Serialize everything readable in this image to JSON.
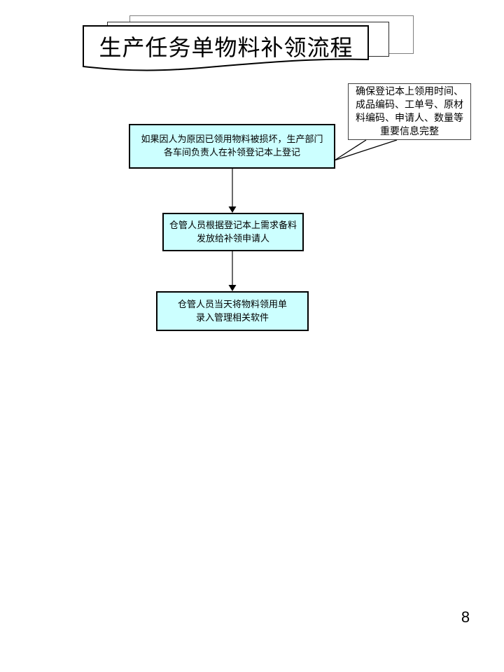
{
  "slide": {
    "page_number": "8",
    "background": "#ffffff"
  },
  "title": {
    "text": "生产任务单物料补领流程"
  },
  "callout": {
    "lines": [
      "确保登记本上领用时间、",
      "成品编码、工单号、原材",
      "料编码、申请人、数量等",
      "重要信息完整"
    ]
  },
  "flow": {
    "steps": [
      {
        "id": "step-1",
        "lines": [
          "如果因人为原因已领用物料被损坏，生产部门",
          "各车间负责人在补领登记本上登记"
        ]
      },
      {
        "id": "step-2",
        "lines": [
          "仓管人员根据登记本上需求备料",
          "发放给补领申请人"
        ]
      },
      {
        "id": "step-3",
        "lines": [
          "仓管人员当天将物料领用单",
          "录入管理相关软件"
        ]
      }
    ]
  },
  "colors": {
    "process_box_fill": "#ccffff",
    "process_box_border": "#000000",
    "callout_border": "#404040",
    "arrow_line": "#6b6b6b",
    "arrow_head": "#000000",
    "paper_back_border": "#7f7f7f",
    "paper_mid_border": "#2b2b2b"
  }
}
